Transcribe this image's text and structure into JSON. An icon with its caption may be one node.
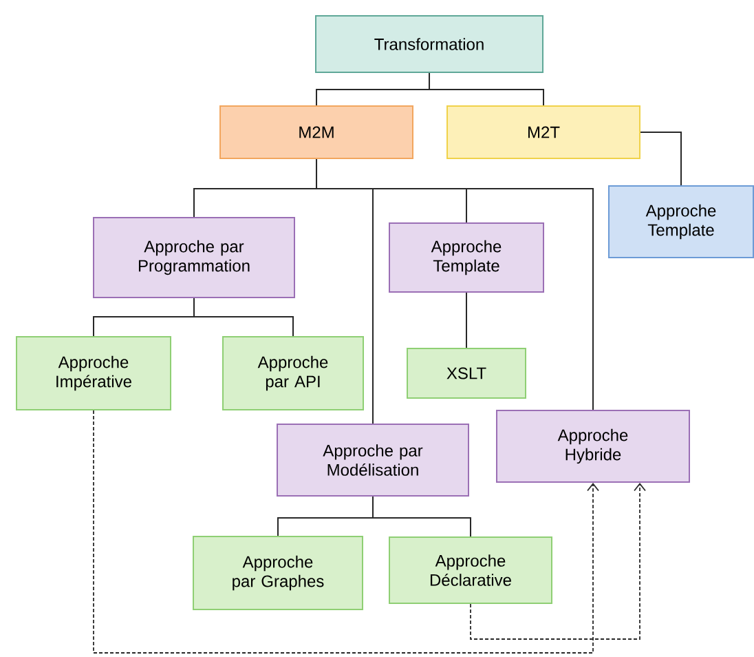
{
  "diagram": {
    "nodes": [
      {
        "text": [
          "Transformation"
        ]
      },
      {
        "text": [
          "M2M"
        ]
      },
      {
        "text": [
          "M2T"
        ]
      },
      {
        "text": [
          "Approche Template"
        ]
      },
      {
        "text": [
          "Approche par Programmation"
        ]
      },
      {
        "text": [
          "Approche Template"
        ]
      },
      {
        "text": [
          "Approche Impérative"
        ]
      },
      {
        "text": [
          "Approche par API"
        ]
      },
      {
        "text": [
          "XSLT"
        ]
      },
      {
        "text": [
          "Approche par Modélisation"
        ]
      },
      {
        "text": [
          "Approche Hybride"
        ]
      },
      {
        "text": [
          "Approche par Graphes"
        ]
      },
      {
        "text": [
          "Approche Déclarative"
        ]
      }
    ],
    "edges": [
      {
        "from": 0,
        "to": 1,
        "arrow": "none"
      },
      {
        "from": 0,
        "to": 2,
        "arrow": "none"
      },
      {
        "from": 2,
        "to": 3,
        "arrow": "none"
      },
      {
        "from": 1,
        "to": 4,
        "arrow": "none"
      },
      {
        "from": 1,
        "to": 9,
        "arrow": "none"
      },
      {
        "from": 1,
        "to": 5,
        "arrow": "none"
      },
      {
        "from": 1,
        "to": 10,
        "arrow": "none"
      },
      {
        "from": 4,
        "to": 6,
        "arrow": "none"
      },
      {
        "from": 4,
        "to": 7,
        "arrow": "none"
      },
      {
        "from": 5,
        "to": 8,
        "arrow": "none"
      },
      {
        "from": 9,
        "to": 11,
        "arrow": "none"
      },
      {
        "from": 9,
        "to": 12,
        "arrow": "none"
      },
      {
        "from": 12,
        "to": 10,
        "arrow": "to",
        "style": "dashed"
      },
      {
        "from": 6,
        "to": 10,
        "arrow": "to",
        "style": "dashed"
      }
    ]
  }
}
